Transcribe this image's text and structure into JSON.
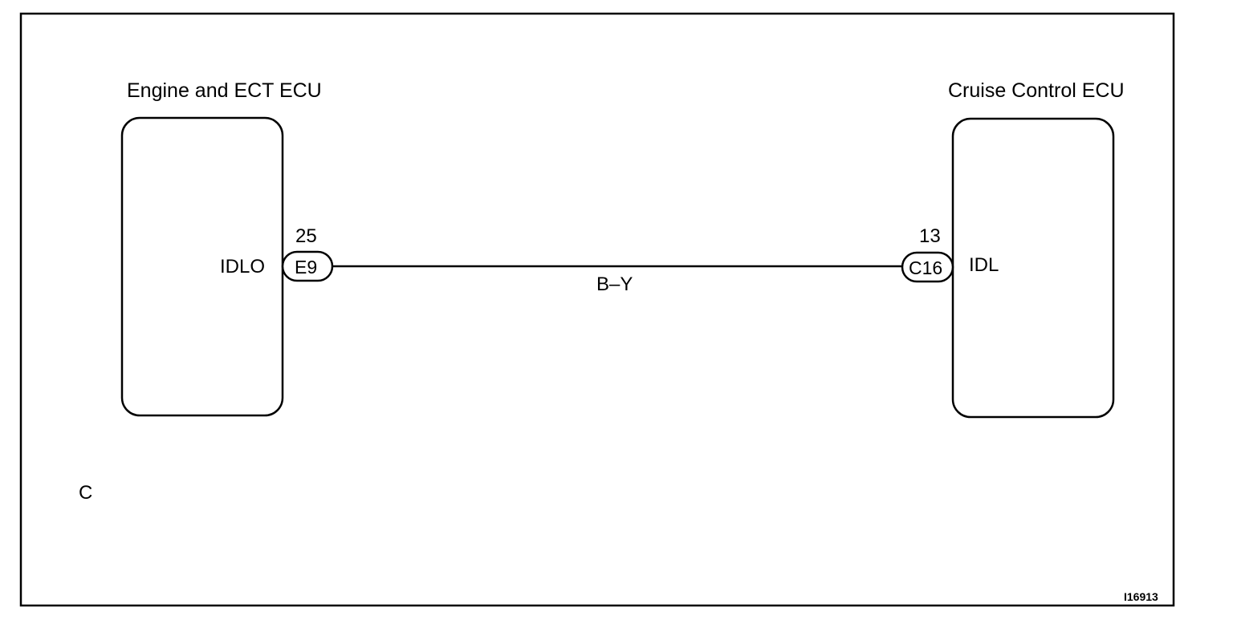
{
  "diagram": {
    "left_ecu": {
      "title": "Engine and ECT ECU",
      "terminal": "IDLO",
      "pin_number": "25",
      "connector": "E9"
    },
    "right_ecu": {
      "title": "Cruise Control ECU",
      "terminal": "IDL",
      "pin_number": "13",
      "connector": "C16"
    },
    "wire": {
      "color_code": "B–Y"
    },
    "corner_label": "C",
    "figure_id": "I16913"
  },
  "colors": {
    "line": "#000000",
    "background": "#ffffff"
  }
}
